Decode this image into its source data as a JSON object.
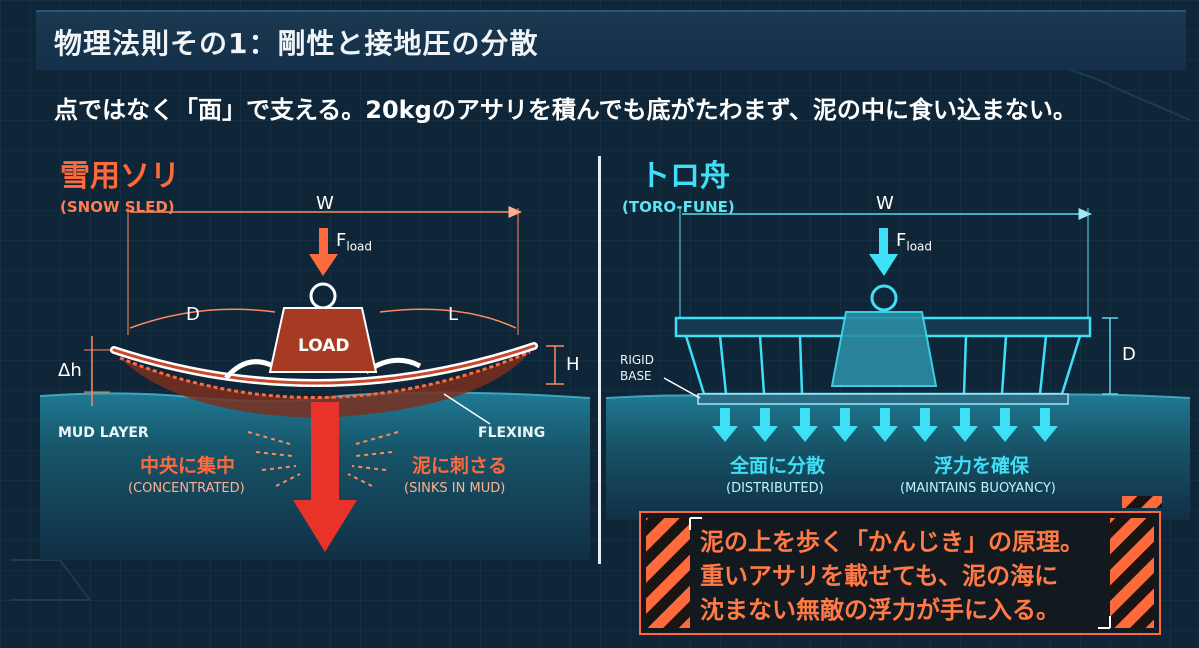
{
  "header": {
    "title": "物理法則その1：剛性と接地圧の分散",
    "subtitle": "点ではなく「面」で支える。20kgのアサリを積んでも底がたわまず、泥の中に食い込まない。"
  },
  "left_panel": {
    "title_jp": "雪用ソリ",
    "title_en": "(SNOW SLED)",
    "width_label": "W",
    "force_label": "F",
    "force_sub": "load",
    "d_label": "D",
    "l_label": "L",
    "h_label": "H",
    "dh_label": "Δh",
    "load_label": "LOAD",
    "mud_label": "MUD LAYER",
    "flex_label": "FLEXING",
    "concentrated_jp": "中央に集中",
    "concentrated_en": "(CONCENTRATED)",
    "sinks_jp": "泥に刺さる",
    "sinks_en": "(SINKS IN MUD)"
  },
  "right_panel": {
    "title_jp": "トロ舟",
    "title_en": "(TORO-FUNE)",
    "width_label": "W",
    "force_label": "F",
    "force_sub": "load",
    "d_label": "D",
    "rigid_line1": "RIGID",
    "rigid_line2": "BASE",
    "distributed_jp": "全面に分散",
    "distributed_en": "(DISTRIBUTED)",
    "buoyancy_jp": "浮力を確保",
    "buoyancy_en": "(MAINTAINS BUOYANCY)"
  },
  "note": {
    "line1": "泥の上を歩く「かんじき」の原理。",
    "line2": "重いアサリを載せても、泥の海に",
    "line3": "沈まない無敵の浮力が手に入る。"
  },
  "colors": {
    "background": "#0f2638",
    "orange": "#ff6a3d",
    "cyan": "#3ee0f5",
    "red_arrow": "#e8322a",
    "mud_top": "#1e6f8a"
  },
  "icons": [
    "load-weight-icon",
    "force-arrow-icon",
    "support-arrow-icon"
  ]
}
